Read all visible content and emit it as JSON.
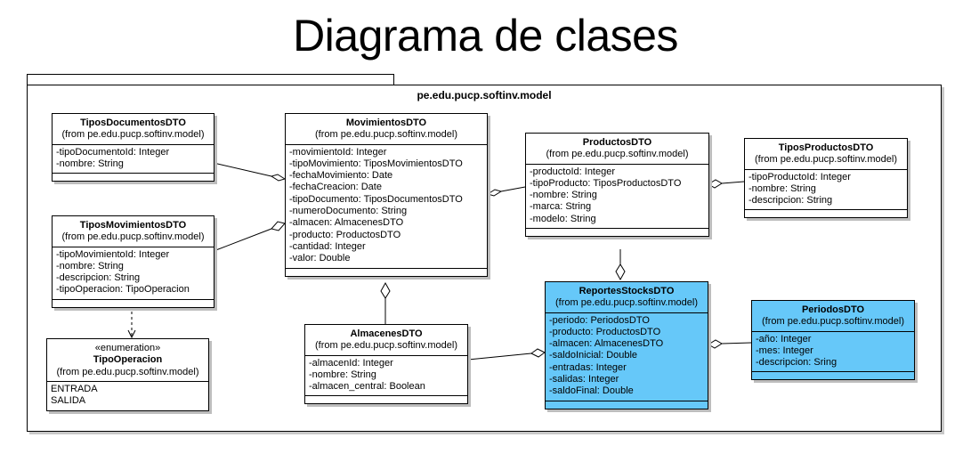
{
  "title": "Diagrama de clases",
  "package": {
    "name": "pe.edu.pucp.softinv.model"
  },
  "classes": {
    "tiposDocumentos": {
      "name": "TiposDocumentosDTO",
      "from": "(from pe.edu.pucp.softinv.model)",
      "attributes": [
        "-tipoDocumentoId: Integer",
        "-nombre: String"
      ]
    },
    "tiposMovimientos": {
      "name": "TiposMovimientosDTO",
      "from": "(from pe.edu.pucp.softinv.model)",
      "attributes": [
        "-tipoMovimientoId: Integer",
        "-nombre: String",
        "-descripcion: String",
        "-tipoOperacion: TipoOperacion"
      ]
    },
    "tipoOperacion": {
      "stereotype": "«enumeration»",
      "name": "TipoOperacion",
      "from": "(from pe.edu.pucp.softinv.model)",
      "values": [
        "ENTRADA",
        "SALIDA"
      ]
    },
    "movimientos": {
      "name": "MovimientosDTO",
      "from": "(from pe.edu.pucp.softinv.model)",
      "attributes": [
        "-movimientoId: Integer",
        "-tipoMovimiento: TiposMovimientosDTO",
        "-fechaMovimiento: Date",
        "-fechaCreacion: Date",
        "-tipoDocumento: TiposDocumentosDTO",
        "-numeroDocumento: String",
        "-almacen: AlmacenesDTO",
        "-producto: ProductosDTO",
        "-cantidad: Integer",
        "-valor: Double"
      ]
    },
    "almacenes": {
      "name": "AlmacenesDTO",
      "from": "(from pe.edu.pucp.softinv.model)",
      "attributes": [
        "-almacenId: Integer",
        "-nombre: String",
        "-almacen_central: Boolean"
      ]
    },
    "productos": {
      "name": "ProductosDTO",
      "from": "(from pe.edu.pucp.softinv.model)",
      "attributes": [
        "-productoId: Integer",
        "-tipoProducto: TiposProductosDTO",
        "-nombre: String",
        "-marca: String",
        "-modelo: String"
      ]
    },
    "tiposProductos": {
      "name": "TiposProductosDTO",
      "from": "(from pe.edu.pucp.softinv.model)",
      "attributes": [
        "-tipoProductoId: Integer",
        "-nombre: String",
        "-descripcion: String"
      ]
    },
    "reportes": {
      "name": "ReportesStocksDTO",
      "from": "(from pe.edu.pucp.softinv.model)",
      "attributes": [
        "-periodo: PeriodosDTO",
        "-producto: ProductosDTO",
        "-almacen: AlmacenesDTO",
        "-saldoInicial: Double",
        "-entradas: Integer",
        "-salidas: Integer",
        "-saldoFinal: Double"
      ]
    },
    "periodos": {
      "name": "PeriodosDTO",
      "from": "(from pe.edu.pucp.softinv.model)",
      "attributes": [
        "-año: Integer",
        "-mes: Integer",
        "-descripcion: Sring"
      ]
    }
  },
  "colors": {
    "highlight": "#66c8f9",
    "line": "#000000"
  }
}
